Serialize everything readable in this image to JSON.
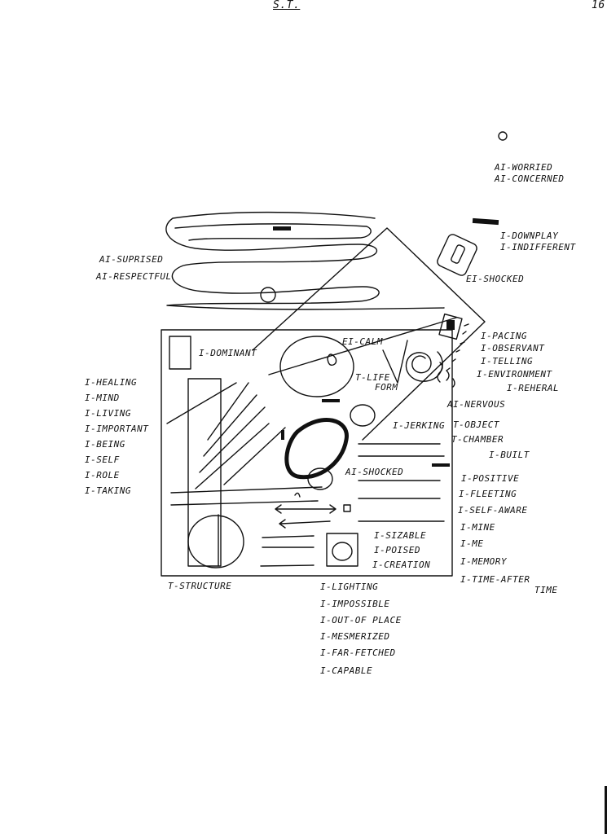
{
  "header": {
    "code": "S.T.",
    "page_number": "16"
  },
  "labels": {
    "ai_worried": "AI-WORRIED",
    "ai_concerned": "AI-CONCERNED",
    "i_downplay": "I-DOWNPLAY",
    "i_indifferent": "I-INDIFFERENT",
    "ai_suprised": "AI-SUPRISED",
    "ai_respectful": "AI-RESPECTFUL",
    "ei_shocked": "EI-SHOCKED",
    "i_dominant": "I-DOMINANT",
    "ei_calm": "EI-CALM",
    "i_pacing": "I-PACING",
    "i_observant": "I-OBSERVANT",
    "i_telling": "I-TELLING",
    "i_environment": "I-ENVIRONMENT",
    "i_reheral": "I-REHERAL",
    "t_life_form_1": "T-LIFE",
    "t_life_form_2": "FORM",
    "ai_nervous": "AI-NERVOUS",
    "i_jerking": "I-JERKING",
    "t_object": "T-OBJECT",
    "t_chamber": "T-CHAMBER",
    "i_built": "I-BUILT",
    "ai_shocked": "AI-SHOCKED",
    "i_positive": "I-POSITIVE",
    "i_fleeting": "I-FLEETING",
    "i_self_aware": "I-SELF-AWARE",
    "i_mine": "I-MINE",
    "i_me": "I-ME",
    "i_memory": "I-MEMORY",
    "i_time_after_1": "I-TIME-AFTER",
    "i_time_after_2": "TIME",
    "i_sizable": "I-SIZABLE",
    "i_poised": "I-POISED",
    "i_creation": "I-CREATION",
    "t_structure": "T-STRUCTURE",
    "i_lighting": "I-LIGHTING",
    "i_impossible": "I-IMPOSSIBLE",
    "i_out_of_place": "I-OUT-OF PLACE",
    "i_mesmerized": "I-MESMERIZED",
    "i_far_fetched": "I-FAR-FETCHED",
    "i_capable": "I-CAPABLE"
  },
  "left_list": [
    "I-HEALING",
    "I-MIND",
    "I-LIVING",
    "I-IMPORTANT",
    "I-BEING",
    "I-SELF",
    "I-ROLE",
    "I-TAKING"
  ],
  "colors": {
    "ink": "#111111",
    "paper": "#ffffff"
  }
}
